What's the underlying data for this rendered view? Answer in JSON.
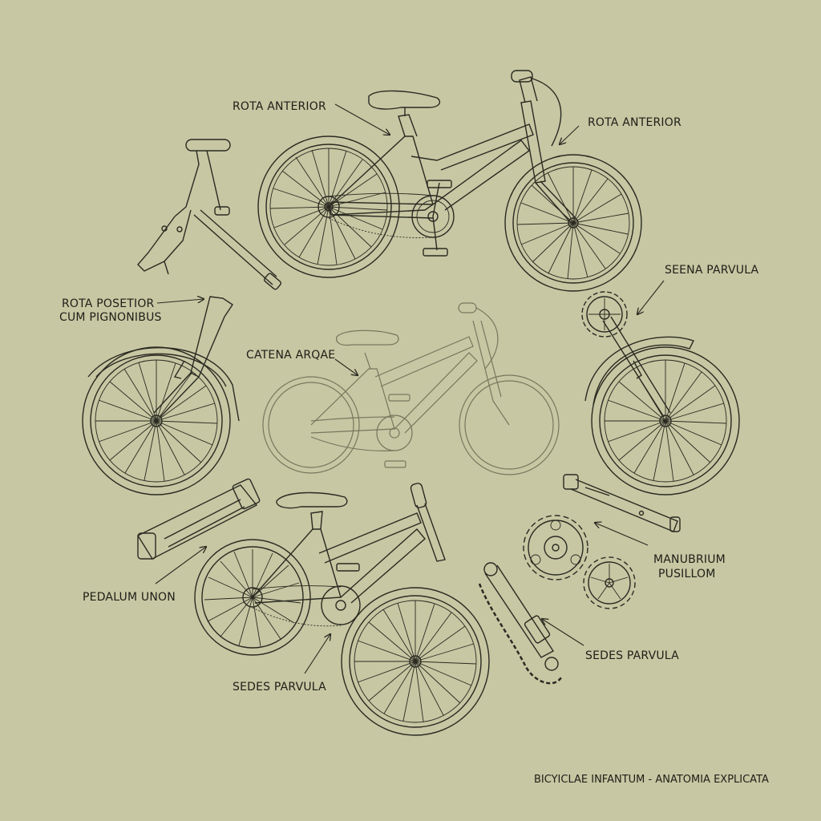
{
  "background_color": "#c7c7a3",
  "ink_color": "#2a2a22",
  "title": "BICYICLAE INFANTUM - ANATOMIA EXPLICATA",
  "labels": [
    {
      "id": "rota-anterior-top-left",
      "text": "ROTA ANTERIOR"
    },
    {
      "id": "rota-anterior-top-right",
      "text": "ROTA ANTERIOR"
    },
    {
      "id": "seena-parvula",
      "text": "SEENA PARVULA"
    },
    {
      "id": "rota-posterior",
      "lines": [
        "ROTA POSETIOR",
        "CUM PIGNONIBUS"
      ]
    },
    {
      "id": "catena-arqae",
      "text": "CATENA ARQAE"
    },
    {
      "id": "manubrium-pusillom",
      "lines": [
        "MANUBRIUM",
        "PUSILLOM"
      ]
    },
    {
      "id": "pedalum-unon",
      "text": "PEDALUM UNON"
    },
    {
      "id": "sedes-parvula-right",
      "text": "SEDES PARVULA"
    },
    {
      "id": "sedes-parvula-bottom",
      "text": "SEDES PARVULA"
    }
  ],
  "parts": [
    "complete-bicycle-top",
    "complete-bicycle-center-ghost",
    "complete-bicycle-bottom",
    "handlebar-fork-assembly",
    "rear-wheel-with-fender-left",
    "front-wheel-with-fork-and-sprocket-right",
    "seat-post-tube",
    "handlebar-tube",
    "sprocket-large",
    "sprocket-small",
    "crank-arm-with-chain"
  ]
}
